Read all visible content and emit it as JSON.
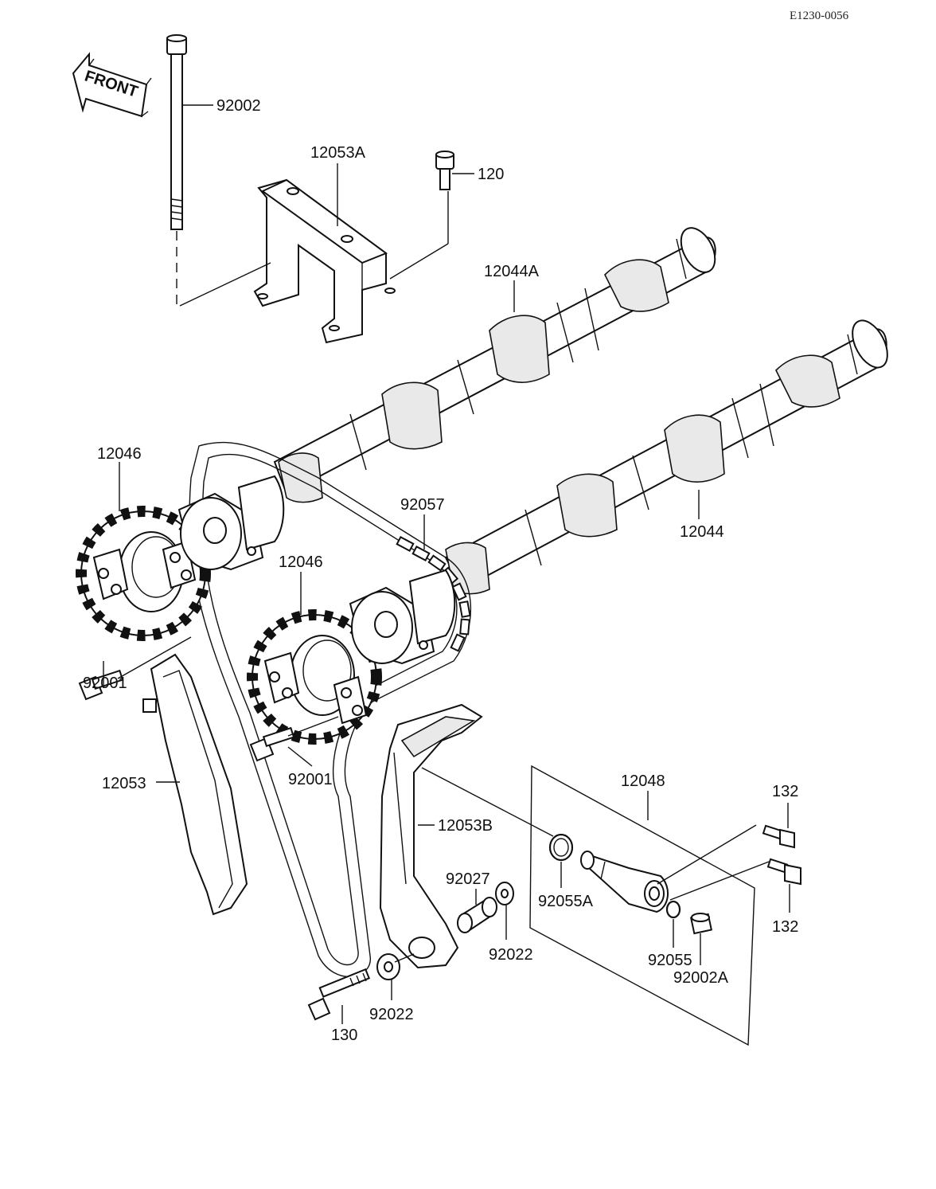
{
  "reference": "E1230-0056",
  "front_label": "FRONT",
  "labels": {
    "p92002": "92002",
    "p12053A": "12053A",
    "p120": "120",
    "p12044A": "12044A",
    "p12046a": "12046",
    "p92057": "92057",
    "p12044": "12044",
    "p12046b": "12046",
    "p92001a": "92001",
    "p92001b": "92001",
    "p12053": "12053",
    "p12048": "12048",
    "p132a": "132",
    "p12053B": "12053B",
    "p132b": "132",
    "p92027": "92027",
    "p92055A": "92055A",
    "p92022a": "92022",
    "p92055": "92055",
    "p92002A": "92002A",
    "p92022b": "92022",
    "p130": "130"
  }
}
